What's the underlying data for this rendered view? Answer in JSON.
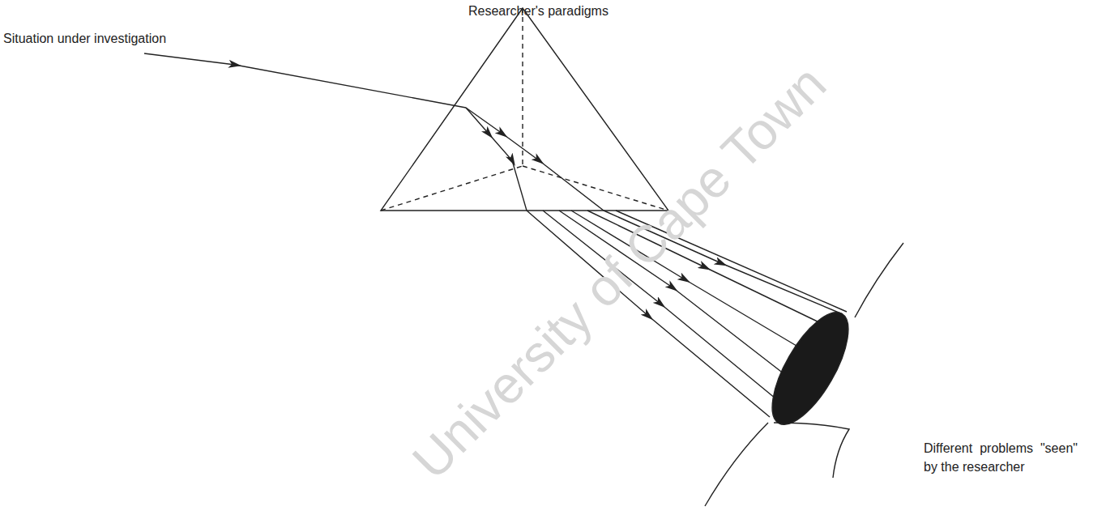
{
  "diagram": {
    "labels": [
      "Researcher's paradigms",
      "Situation under investigation",
      "Different problems \"seen\" by the researcher",
      "University of Cape Town"
    ]
  }
}
